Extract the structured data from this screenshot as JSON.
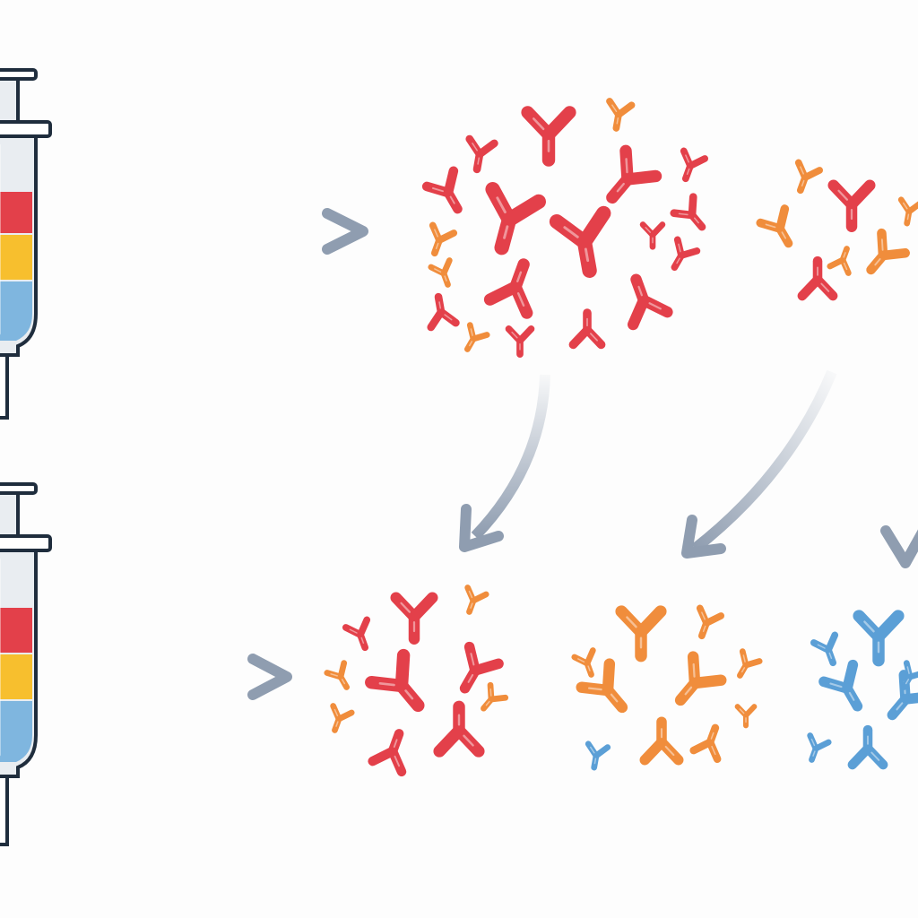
{
  "colors": {
    "background": "#fdfdfd",
    "outline": "#1f2d3d",
    "red": "#e3404a",
    "yellow": "#f7bf2e",
    "blue": "#7fb6df",
    "orange": "#f08d3c",
    "antibody_blue": "#5b9fd6",
    "arrow": "#8f9db0",
    "barrel": "#e9edf1"
  },
  "syringes": [
    {
      "id": "syringe-top",
      "bands": [
        "red",
        "yellow",
        "blue"
      ]
    },
    {
      "id": "syringe-bottom",
      "bands": [
        "red",
        "yellow",
        "blue"
      ]
    }
  ],
  "clusters": [
    {
      "id": "cluster-top-mixed",
      "dominant": "red",
      "minor": [
        "orange"
      ]
    },
    {
      "id": "cluster-top-right",
      "dominant": "orange",
      "minor": [
        "red"
      ]
    },
    {
      "id": "cluster-bottom-red",
      "dominant": "red",
      "minor": [
        "orange"
      ]
    },
    {
      "id": "cluster-bottom-orange",
      "dominant": "orange",
      "minor": [
        "blue"
      ]
    },
    {
      "id": "cluster-bottom-blue",
      "dominant": "blue",
      "minor": []
    }
  ],
  "arrows": [
    {
      "id": "arrow-top-horizontal",
      "from": "syringe-top",
      "to": "cluster-top-mixed"
    },
    {
      "id": "arrow-bottom-horizontal",
      "from": "syringe-bottom",
      "to": "cluster-bottom-red"
    },
    {
      "id": "arrow-curved-left",
      "from": "cluster-top-mixed",
      "to": "cluster-bottom-red"
    },
    {
      "id": "arrow-curved-mid",
      "from": "cluster-top-right",
      "to": "cluster-bottom-orange"
    },
    {
      "id": "arrow-straight-right",
      "from": "cluster-top-right",
      "to": "cluster-bottom-blue"
    }
  ]
}
